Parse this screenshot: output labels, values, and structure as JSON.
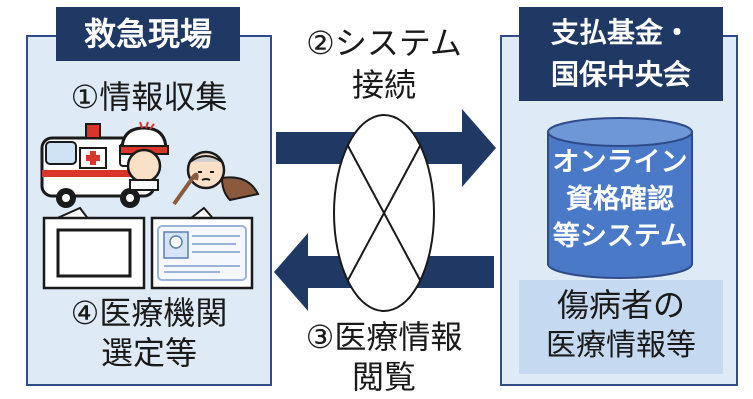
{
  "left_panel": {
    "tag": "救急現場",
    "step1": "①情報収集",
    "step4_line1": "④医療機関",
    "step4_line2": "選定等"
  },
  "middle": {
    "step2_line1": "②システム",
    "step2_line2": "接続",
    "step3_line1": "③医療情報",
    "step3_line2": "閲覧"
  },
  "right_panel": {
    "tag_line1": "支払基金・",
    "tag_line2": "国保中央会",
    "db_line1": "オンライン",
    "db_line2": "資格確認",
    "db_line3": "等システム",
    "info_line1": "傷病者の",
    "info_line2": "医療情報等"
  },
  "colors": {
    "navy": "#203864",
    "panel_fill": "#deebf7",
    "cylinder": "#4a7ac7",
    "light_box": "#c5d9f1"
  }
}
